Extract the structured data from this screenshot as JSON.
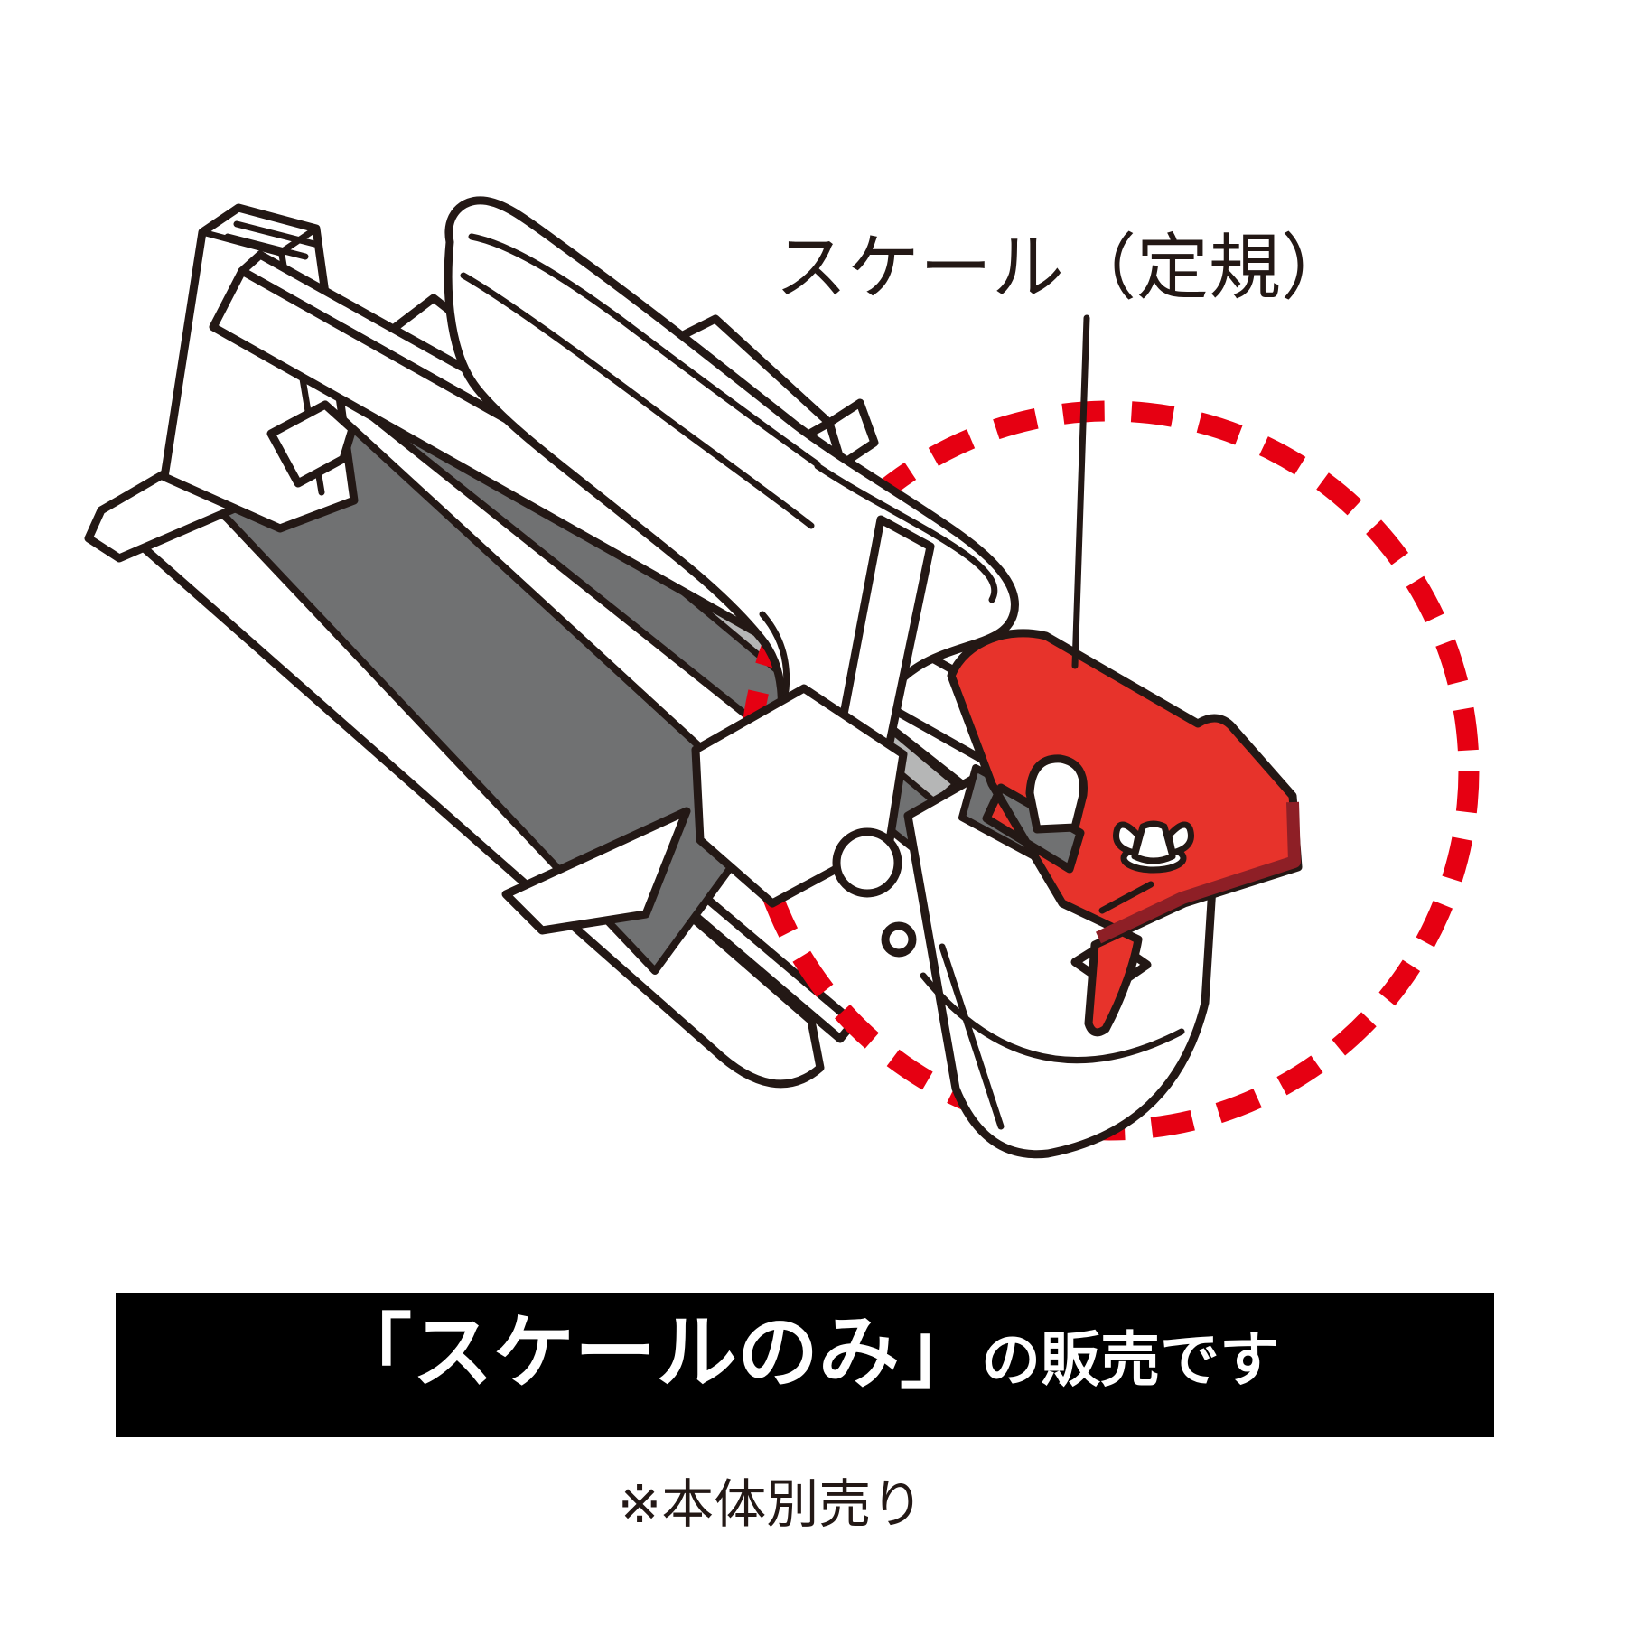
{
  "illustration": {
    "type": "product-diagram",
    "subject": "manual tile cutter with highlighted scale attachment",
    "callout_label": "スケール（定規）",
    "highlighted_part": "scale-ruler-attachment",
    "highlight_style": "red dashed circle"
  },
  "banner": {
    "highlight_text": "「スケールのみ」",
    "rest_text": "の販売です"
  },
  "note_text": "※本体別売り",
  "colors": {
    "bg": "#ffffff",
    "line": "#231815",
    "red": "#e7332b",
    "ring_red": "#e60012",
    "dark_red": "#8e1f26",
    "pad_gray": "#707172",
    "slot_gray": "#b5b6b6",
    "banner_bg": "#000000",
    "banner_fg": "#ffffff"
  }
}
